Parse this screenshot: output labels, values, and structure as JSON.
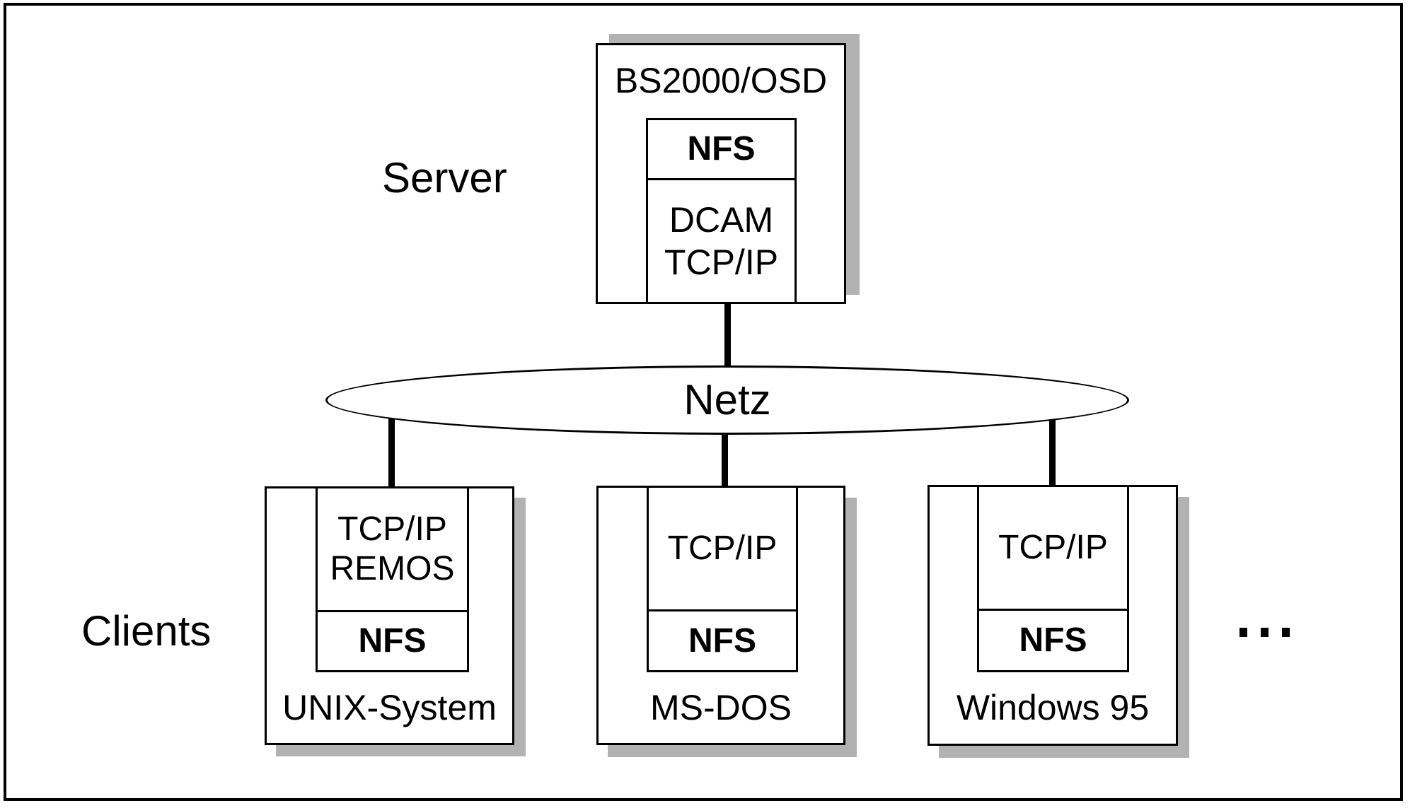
{
  "diagram": {
    "title_labels": {
      "server": "Server",
      "clients": "Clients"
    },
    "network": {
      "label": "Netz"
    },
    "server_box": {
      "title": "BS2000/OSD",
      "nfs": "NFS",
      "transport_lines": [
        "DCAM",
        "TCP/IP"
      ]
    },
    "client_boxes": [
      {
        "os": "UNIX-System",
        "transport_lines": [
          "TCP/IP",
          "REMOS"
        ],
        "nfs": "NFS"
      },
      {
        "os": "MS-DOS",
        "transport_lines": [
          "TCP/IP"
        ],
        "nfs": "NFS"
      },
      {
        "os": "Windows 95",
        "transport_lines": [
          "TCP/IP"
        ],
        "nfs": "NFS"
      }
    ],
    "more_clients_indicator": "...",
    "colors": {
      "background": "#ffffff",
      "line": "#000000",
      "shadow": "#b2b2b2"
    }
  }
}
